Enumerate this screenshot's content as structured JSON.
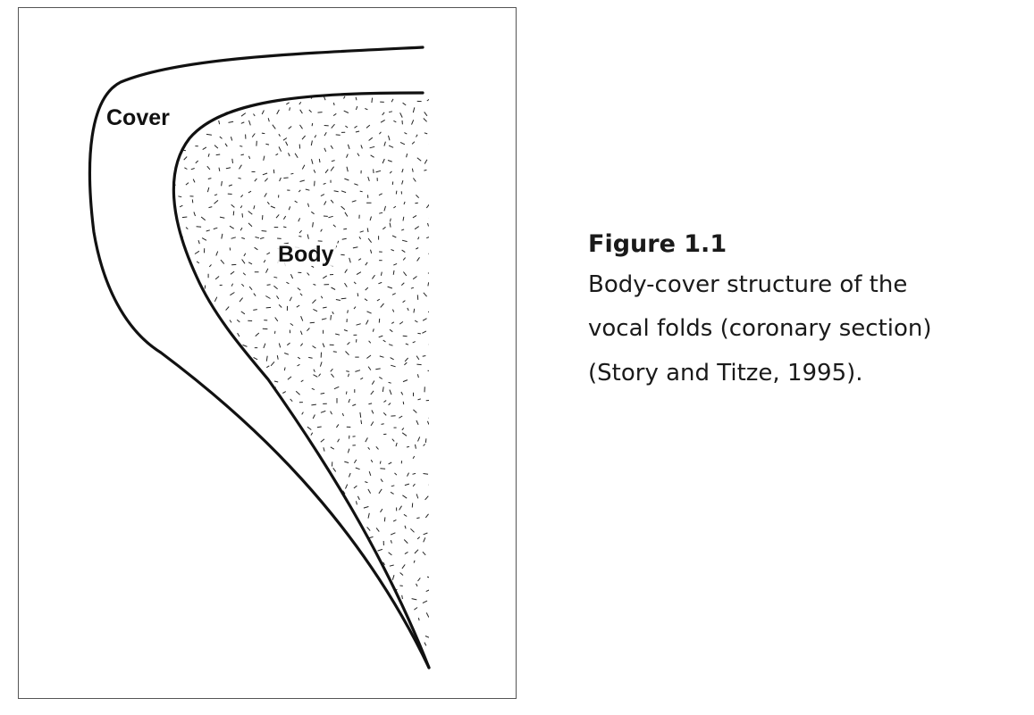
{
  "figure": {
    "labels": {
      "cover": "Cover",
      "body": "Body"
    },
    "caption": {
      "title": "Figure 1.1",
      "text": "Body-cover structure of the vocal folds (coronary section) (Story and Titze, 1995)."
    },
    "colors": {
      "line": "#111111",
      "stipple": "#222222",
      "frame": "#555555"
    }
  }
}
